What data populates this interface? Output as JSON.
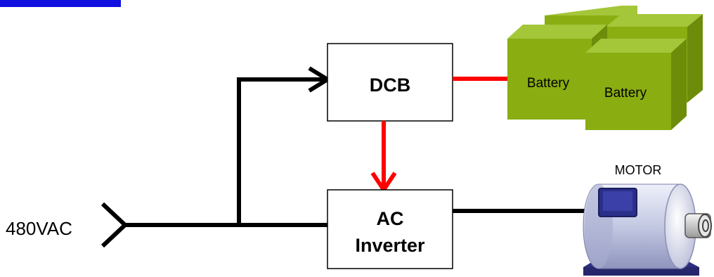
{
  "input": {
    "label": "480VAC"
  },
  "dcb": {
    "label": "DCB"
  },
  "inverter": {
    "line1": "AC",
    "line2": "Inverter"
  },
  "batteries": [
    {
      "label": "Battery"
    },
    {
      "label": "Battery"
    }
  ],
  "motor": {
    "label": "MOTOR"
  },
  "colors": {
    "wire": "#000000",
    "dc_link": "#ff0000",
    "battery_front": "#8aad12",
    "battery_top": "#a4c639",
    "battery_side": "#6d8c0a",
    "corner_tab": "#1010e0",
    "motor_body": "#c9cde6",
    "motor_base": "#2e2f80"
  }
}
